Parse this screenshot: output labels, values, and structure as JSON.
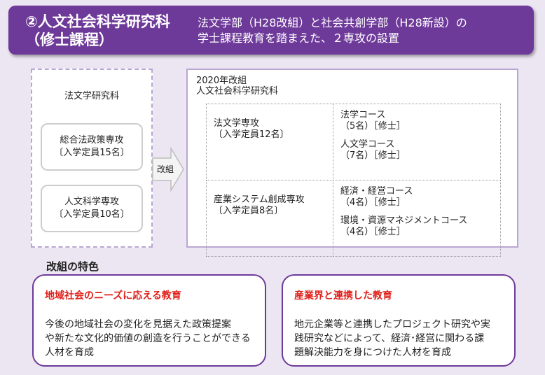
{
  "banner": {
    "title": "②人文社会科学研究科\n（修士課程）",
    "description": "法文学部（H28改組）と社会共創学部（H28新設）の\n学士課程教育を踏まえた、２専攻の設置"
  },
  "old_program": {
    "heading": "法文学研究科",
    "majors": [
      {
        "name": "総合法政策専攻",
        "capacity": "〔入学定員15名〕"
      },
      {
        "name": "人文科学専攻",
        "capacity": "〔入学定員10名〕"
      }
    ]
  },
  "arrow_label": "改組",
  "new_program": {
    "heading": "2020年改組\n人文社会科学研究科",
    "majors": [
      {
        "name": "法文学専攻",
        "capacity": "〔入学定員12名〕",
        "courses": [
          {
            "name": "法学コース",
            "detail": "（5名）［修士］"
          },
          {
            "name": "人文学コース",
            "detail": "（7名）［修士］"
          }
        ]
      },
      {
        "name": "産業システム創成専攻",
        "capacity": "〔入学定員8名〕",
        "courses": [
          {
            "name": "経済・経営コース",
            "detail": "（4名）［修士］"
          },
          {
            "name": "環境・資源マネジメントコース",
            "detail": "（4名）［修士］"
          }
        ]
      }
    ]
  },
  "features": {
    "title": "改組の特色",
    "cards": [
      {
        "title": "地域社会のニーズに応える教育",
        "body": "今後の地域社会の変化を見据えた政策提案\nや新たな文化的価値の創造を行うことができる\n人材を育成"
      },
      {
        "title": "産業界と連携した教育",
        "body": "地元企業等と連携したプロジェクト研究や実\n践研究などによって、経済･経営に関わる課\n題解決能力を身につけた人材を育成"
      }
    ]
  },
  "colors": {
    "accent": "#6e3a9a",
    "highlight": "#e0201a"
  }
}
